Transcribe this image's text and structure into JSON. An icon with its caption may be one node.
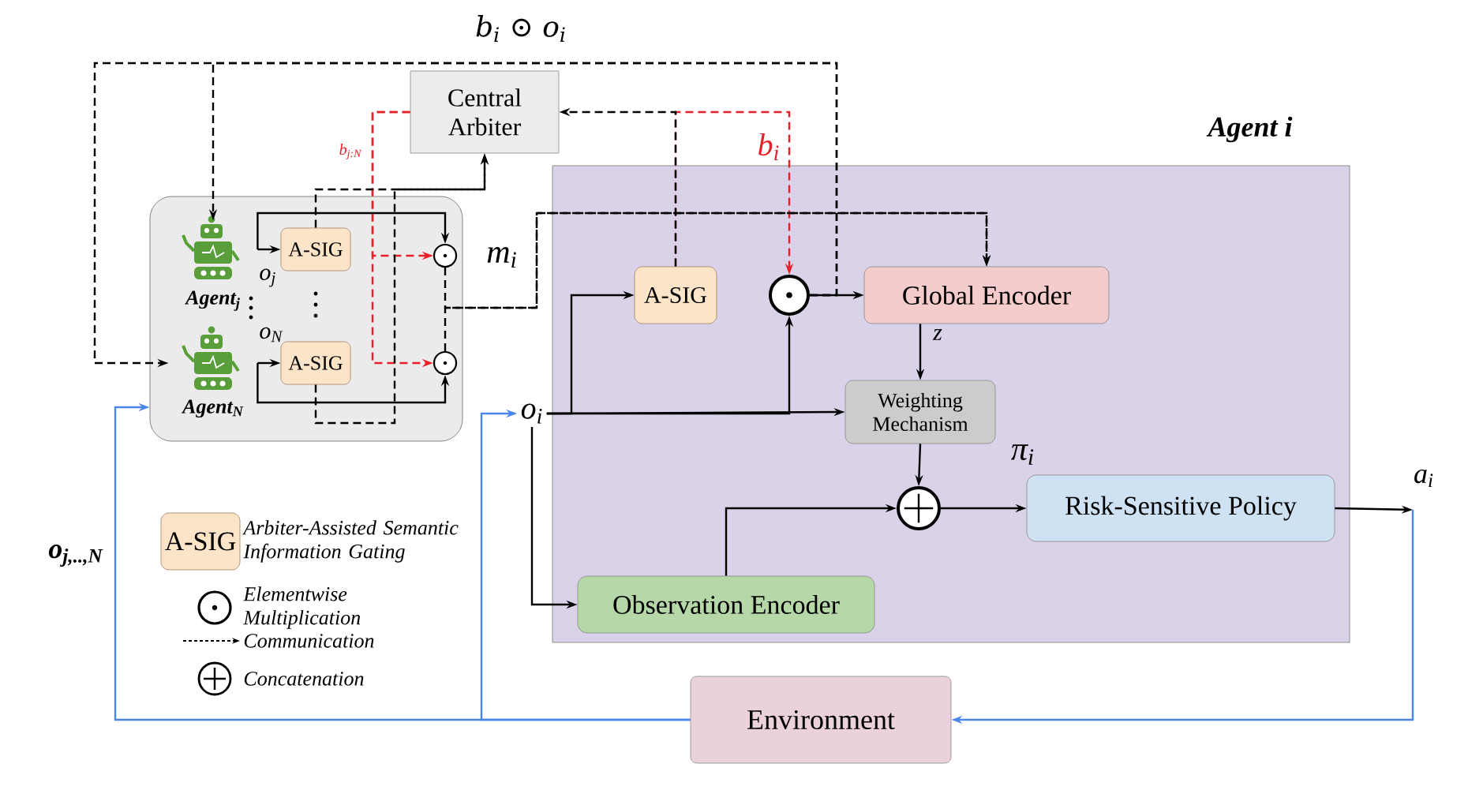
{
  "diagram": {
    "nodes": [
      {
        "text": [
          "Central Arbiter"
        ]
      },
      {
        "text": [],
        "shape": "box"
      },
      {
        "text": [
          "Agent$_{j}$"
        ],
        "in": 1
      },
      {
        "text": [
          "Agent$_{N}$"
        ],
        "in": 1
      },
      {
        "text": [
          "A-SIG"
        ],
        "in": 1
      },
      {
        "text": [
          "A-SIG"
        ],
        "in": 1
      },
      {
        "text": [],
        "shape": "circle",
        "in": 1
      },
      {
        "text": [],
        "shape": "circle",
        "in": 1
      },
      {
        "text": [
          "o$_{i}$"
        ]
      },
      {
        "text": [
          "Agent i"
        ]
      },
      {
        "text": [
          "A-SIG"
        ],
        "in": 9
      },
      {
        "text": [],
        "shape": "circle",
        "in": 9
      },
      {
        "text": [
          "Global Encoder"
        ],
        "in": 9
      },
      {
        "text": [
          "Weighting Mechanism"
        ],
        "in": 9
      },
      {
        "text": [],
        "shape": "circle",
        "in": 9
      },
      {
        "text": [
          "Risk-Sensitive Policy"
        ],
        "in": 9
      },
      {
        "text": [
          "Observation Encoder"
        ],
        "in": 9
      },
      {
        "text": [
          "Environment"
        ]
      }
    ],
    "edges": [
      {
        "from": 2,
        "to": 4,
        "arrow": "to"
      },
      {
        "from": 2,
        "to": 6,
        "arrow": "to"
      },
      {
        "from": 3,
        "to": 5,
        "arrow": "to"
      },
      {
        "from": 3,
        "to": 7,
        "arrow": "to"
      },
      {
        "from": 4,
        "to": 0,
        "arrow": "to",
        "style": "dashed"
      },
      {
        "from": 5,
        "to": 0,
        "arrow": "to",
        "style": "dashed"
      },
      {
        "from": 0,
        "to": 6,
        "arrow": "to",
        "style": "dashed",
        "color": "#e8202a",
        "label": "b$_{j:N}$"
      },
      {
        "from": 0,
        "to": 7,
        "arrow": "to",
        "style": "dashed",
        "color": "#e8202a"
      },
      {
        "from": 6,
        "to": 12,
        "arrow": "to",
        "style": "dashed",
        "label": "m$_{i}$"
      },
      {
        "from": 7,
        "to": 12,
        "arrow": "to",
        "style": "dashed"
      },
      {
        "from": 10,
        "to": 0,
        "arrow": "to",
        "style": "dashed"
      },
      {
        "from": 10,
        "to": 11,
        "arrow": "to",
        "style": "dashed",
        "color": "#e8202a",
        "label": "b$_{i}$"
      },
      {
        "from": 8,
        "to": 10,
        "arrow": "to"
      },
      {
        "from": 8,
        "to": 11,
        "arrow": "to"
      },
      {
        "from": 8,
        "to": 13,
        "arrow": "to"
      },
      {
        "from": 8,
        "to": 16,
        "arrow": "to"
      },
      {
        "from": 11,
        "to": 12,
        "arrow": "to"
      },
      {
        "from": 11,
        "to": 2,
        "arrow": "to",
        "style": "dashed",
        "label": "b$_{i}$ ⊙ o$_{i}$"
      },
      {
        "from": 11,
        "to": 3,
        "arrow": "to",
        "style": "dashed"
      },
      {
        "from": 12,
        "to": 13,
        "arrow": "to",
        "label": "z"
      },
      {
        "from": 13,
        "to": 14,
        "arrow": "to"
      },
      {
        "from": 16,
        "to": 14,
        "arrow": "to"
      },
      {
        "from": 14,
        "to": 15,
        "arrow": "to"
      },
      {
        "from": 15,
        "to": null,
        "arrow": "to",
        "label": "a$_{i}$"
      },
      {
        "from": null,
        "to": 17,
        "arrow": "to",
        "color": "#4a86e8"
      },
      {
        "from": 17,
        "to": 1,
        "arrow": "to",
        "color": "#4a86e8"
      },
      {
        "from": 17,
        "to": 8,
        "arrow": "to",
        "color": "#4a86e8"
      }
    ],
    "labels": [
      "o$_{j}$",
      "o$_{N}$",
      "π$_{i}$",
      "o$_{j,..,N}$",
      "A-SIG"
    ],
    "legend": [
      {
        "text": "Arbiter-Assisted Semantic Information Gating"
      },
      {
        "text": "Elementwise Multiplication"
      },
      {
        "text": "Communication"
      },
      {
        "text": "Concatenation"
      }
    ]
  }
}
